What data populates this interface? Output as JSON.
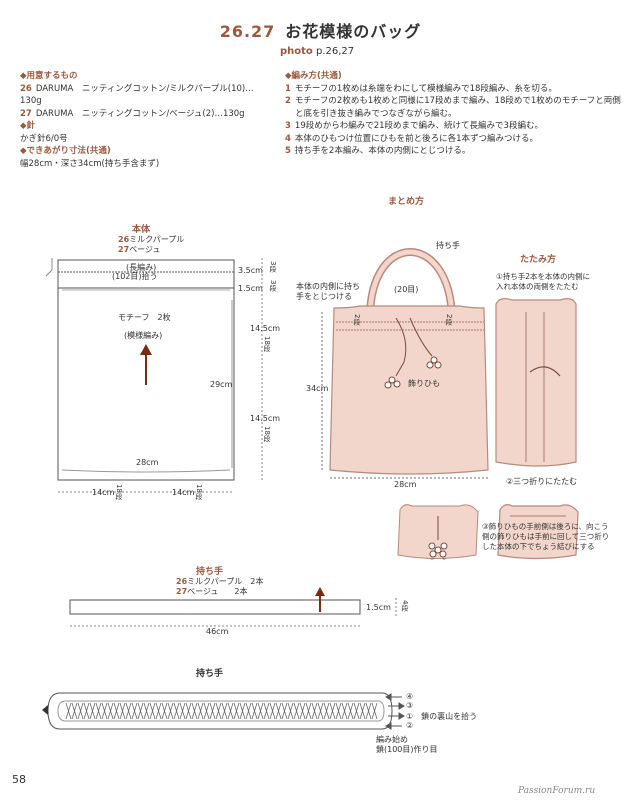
{
  "header": {
    "number": "26.27",
    "title": "お花模様のバッグ",
    "photo_label": "photo",
    "photo_pages": "p.26,27"
  },
  "materials": {
    "heading": "用意するもの",
    "item26_num": "26",
    "item26_text": "DARUMA　ニッティングコットン/ミルクパープル(10)…",
    "item26_weight": "130g",
    "item27_num": "27",
    "item27_text": "DARUMA　ニッティングコットン/ベージュ(2)…130g",
    "needle_heading": "針",
    "needle_text": "かぎ針6/0号",
    "size_heading": "できあがり寸法(共通)",
    "size_text": "幅28cm・深さ34cm(持ち手含まず)"
  },
  "method": {
    "heading": "編み方(共通)",
    "steps": [
      {
        "num": "1",
        "text": "モチーフの1枚めは糸端をわにして模様編みで18段編み、糸を切る。"
      },
      {
        "num": "2",
        "text": "モチーフの2枚めも1枚めと同様に17段めまで編み、18段めで1枚めのモチーフと両側"
      },
      {
        "num": "",
        "text": "と底を引き抜き編みでつなぎながら編む。"
      },
      {
        "num": "3",
        "text": "19段めからわ編みで21段めまで編み、続けて長編みで3段編む。"
      },
      {
        "num": "4",
        "text": "本体のひもつけ位置にひもを前と後ろに各1本ずつ編みつける。"
      },
      {
        "num": "5",
        "text": "持ち手を2本編み、本体の内側にとじつける。"
      }
    ]
  },
  "body_diagram": {
    "title": "本体",
    "c26_num": "26",
    "c26": "ミルクパープル",
    "c27_num": "27",
    "c27": "ベージュ",
    "band_stitch": "(長編み)",
    "band_pick": "(102目)拾う",
    "motif": "モチーフ　2枚",
    "pattern": "(模様編み)",
    "dim_35": "3.5cm",
    "dim_15": "1.5cm",
    "rows_3a": "3段",
    "rows_3b": "3段",
    "dim_145a": "14.5cm",
    "rows_18a": "18段",
    "dim_145b": "14.5cm",
    "rows_18b": "18段",
    "dim_29": "29cm",
    "dim_28": "28cm",
    "dim_14a": "14cm",
    "rows_18c": "18段",
    "dim_14b": "14cm",
    "rows_18d": "18段"
  },
  "assembly": {
    "title": "まとめ方",
    "handle": "持ち手",
    "inside_note": "本体の内側に持ち手をとじつける",
    "rows_20": "(20目)",
    "rows_2a": "2段",
    "rows_2b": "2段",
    "cord": "飾りひも",
    "dim_34": "34cm",
    "dim_28": "28cm"
  },
  "folding": {
    "title": "たたみ方",
    "step1": "①持ち手2本を本体の内側に入れ本体の両側をたたむ",
    "step2": "②三つ折りにたたむ",
    "step3": "③飾りひもの手前側は後ろに、向こう側の飾りひもは手前に回して三つ折りした本体の下でちょう結びにする"
  },
  "handle_diagram": {
    "title": "持ち手",
    "c26_num": "26",
    "c26": "ミルクパープル　2本",
    "c27_num": "27",
    "c27": "ベージュ　　2本",
    "dim_15": "1.5cm",
    "rows_4": "4段",
    "dim_46": "46cm"
  },
  "handle_chart": {
    "title": "持ち手",
    "row4": "④",
    "row3": "③",
    "row1": "①　鎖の裏山を拾う",
    "row2": "②",
    "start": "編み始め",
    "chain": "鎖(100目)作り目"
  },
  "page_number": "58",
  "watermark": "PassionForum.ru",
  "colors": {
    "accent": "#9b5a3c",
    "bag_fill": "#f2d6cb",
    "bag_stroke": "#b98a7c"
  }
}
